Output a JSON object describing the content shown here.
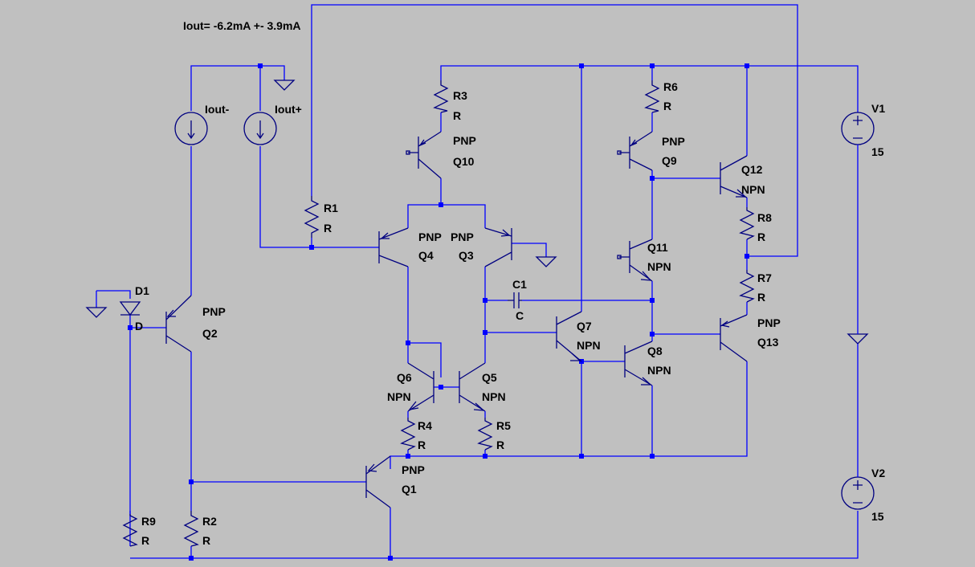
{
  "annotation": "Iout= -6.2mA +- 3.9mA",
  "parts": {
    "Q1": {
      "ref": "Q1",
      "model": "PNP"
    },
    "Q2": {
      "ref": "Q2",
      "model": "PNP"
    },
    "Q3": {
      "ref": "Q3",
      "model": "PNP"
    },
    "Q4": {
      "ref": "Q4",
      "model": "PNP"
    },
    "Q5": {
      "ref": "Q5",
      "model": "NPN"
    },
    "Q6": {
      "ref": "Q6",
      "model": "NPN"
    },
    "Q7": {
      "ref": "Q7",
      "model": "NPN"
    },
    "Q8": {
      "ref": "Q8",
      "model": "NPN"
    },
    "Q9": {
      "ref": "Q9",
      "model": "PNP"
    },
    "Q10": {
      "ref": "Q10",
      "model": "PNP"
    },
    "Q11": {
      "ref": "Q11",
      "model": "NPN"
    },
    "Q12": {
      "ref": "Q12",
      "model": "NPN"
    },
    "Q13": {
      "ref": "Q13",
      "model": "PNP"
    },
    "R1": {
      "ref": "R1",
      "value": "R"
    },
    "R2": {
      "ref": "R2",
      "value": "R"
    },
    "R3": {
      "ref": "R3",
      "value": "R"
    },
    "R4": {
      "ref": "R4",
      "value": "R"
    },
    "R5": {
      "ref": "R5",
      "value": "R"
    },
    "R6": {
      "ref": "R6",
      "value": "R"
    },
    "R7": {
      "ref": "R7",
      "value": "R"
    },
    "R8": {
      "ref": "R8",
      "value": "R"
    },
    "R9": {
      "ref": "R9",
      "value": "R"
    },
    "C1": {
      "ref": "C1",
      "value": "C"
    },
    "D1": {
      "ref": "D1",
      "value": "D"
    },
    "V1": {
      "ref": "V1",
      "value": "15"
    },
    "V2": {
      "ref": "V2",
      "value": "15"
    },
    "Iout_minus": {
      "ref": "Iout-"
    },
    "Iout_plus": {
      "ref": "Iout+"
    }
  },
  "colors": {
    "background": "#c0c0c0",
    "wire": "#0000ff",
    "component": "#000080",
    "text": "#000000"
  }
}
